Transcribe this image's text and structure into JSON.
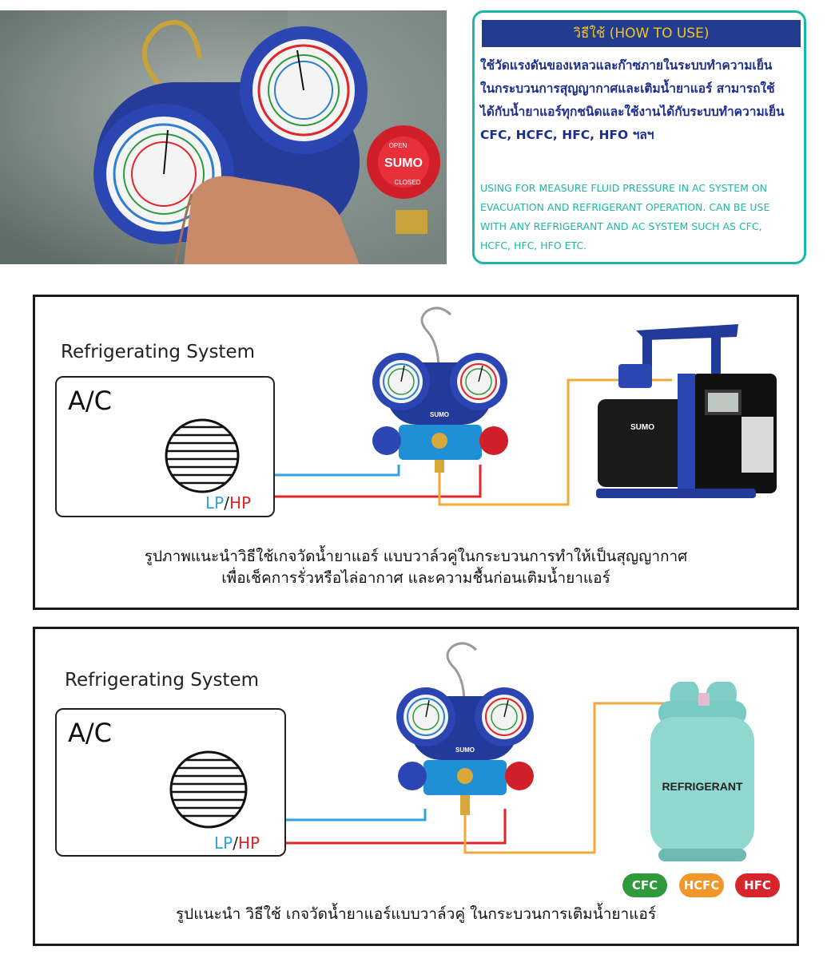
{
  "how_to_use": {
    "header": "วิธีใช้ (HOW TO USE)",
    "thai_lines": [
      "ใช้วัดแรงดันของเหลวและก๊าซภายในระบบทำความเย็น",
      "ในกระบวนการสุญญากาศและเติมน้ำยาแอร์ สามารถใช้",
      "ได้กับน้ำยาแอร์ทุกชนิดและใช้งานได้กับระบบทำความเย็น",
      "CFC, HCFC, HFC, HFO ฯลฯ"
    ],
    "english_lines": [
      "USING FOR MEASURE FLUID PRESSURE IN AC SYSTEM ON",
      "EVACUATION AND REFRIGERANT OPERATION. CAN BE USE",
      "WITH ANY REFRIGERANT AND AC SYSTEM SUCH AS CFC,",
      "HCFC, HFC, HFO ETC."
    ]
  },
  "photo": {
    "brand": "SUMO",
    "knob_open": "OPEN",
    "knob_closed": "CLOSED"
  },
  "panel1": {
    "system_label": "Refrigerating System",
    "ac_label": "A/C",
    "lp": "LP",
    "slash": "/",
    "hp": "HP",
    "manifold_brand": "SUMO",
    "pump_brand": "SUMO",
    "caption": [
      "รูปภาพแนะนำวิธีใช้เกจวัดน้ำยาแอร์ แบบวาล์วคู่ในกระบวนการทำให้เป็นสุญญากาศ",
      "เพื่อเช็คการรั่วหรือไล่อากาศ และความชื้นก่อนเติมน้ำยาแอร์"
    ]
  },
  "panel2": {
    "system_label": "Refrigerating System",
    "ac_label": "A/C",
    "lp": "LP",
    "slash": "/",
    "hp": "HP",
    "manifold_brand": "SUMO",
    "tank_label": "REFRIGERANT",
    "badges": [
      {
        "label": "CFC",
        "color": "#2e9a3c"
      },
      {
        "label": "HCFC",
        "color": "#f0962a"
      },
      {
        "label": "HFC",
        "color": "#d7262b"
      }
    ],
    "caption": "รูปแนะนำ วิธีใช้ เกจวัดน้ำยาแอร์แบบวาล์วคู่ ในกระบวนการเติมน้ำยาแอร์"
  },
  "colors": {
    "lp_line": "#2ea3dc",
    "hp_line": "#e0262a",
    "yellow_line": "#f3a93a",
    "accent_teal": "#1bb9a5",
    "header_blue": "#243c90"
  }
}
